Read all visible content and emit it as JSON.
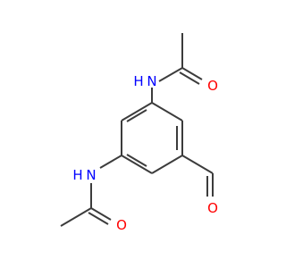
{
  "molecule": {
    "colors": {
      "bond": "#3c3c3c",
      "nitrogen": "#0000ff",
      "oxygen": "#ff0000"
    },
    "atoms": {
      "n_top": {
        "text": "N",
        "sub": "H",
        "color": "nitrogen"
      },
      "o_top": {
        "text": "O",
        "color": "oxygen"
      },
      "n_left": {
        "text": "N",
        "sub": "H",
        "color": "nitrogen"
      },
      "o_bottom": {
        "text": "O",
        "color": "oxygen"
      },
      "o_aldehyde": {
        "text": "O",
        "color": "oxygen"
      }
    }
  }
}
